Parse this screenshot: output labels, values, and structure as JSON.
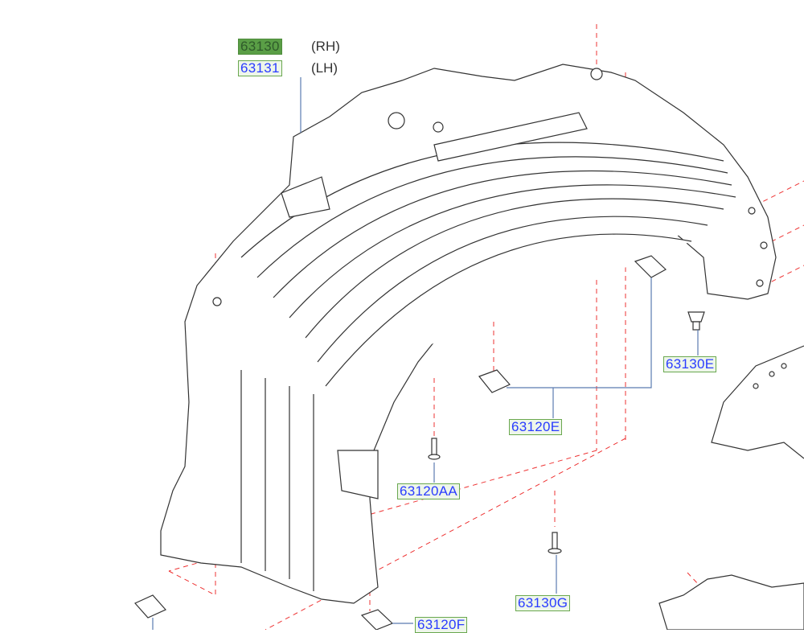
{
  "labels": {
    "rh_part": "63130",
    "rh_side": "(RH)",
    "lh_part": "63131",
    "lh_side": "(LH)",
    "p63130E": "63130E",
    "p63120E": "63120E",
    "p63120AA": "63120AA",
    "p63130G": "63130G",
    "p63120F": "63120F"
  },
  "colors": {
    "selected_bg": "#5a9e46",
    "label_text": "#2a3cff",
    "dash_line": "#e33",
    "leader_line": "#5b7bb0"
  }
}
